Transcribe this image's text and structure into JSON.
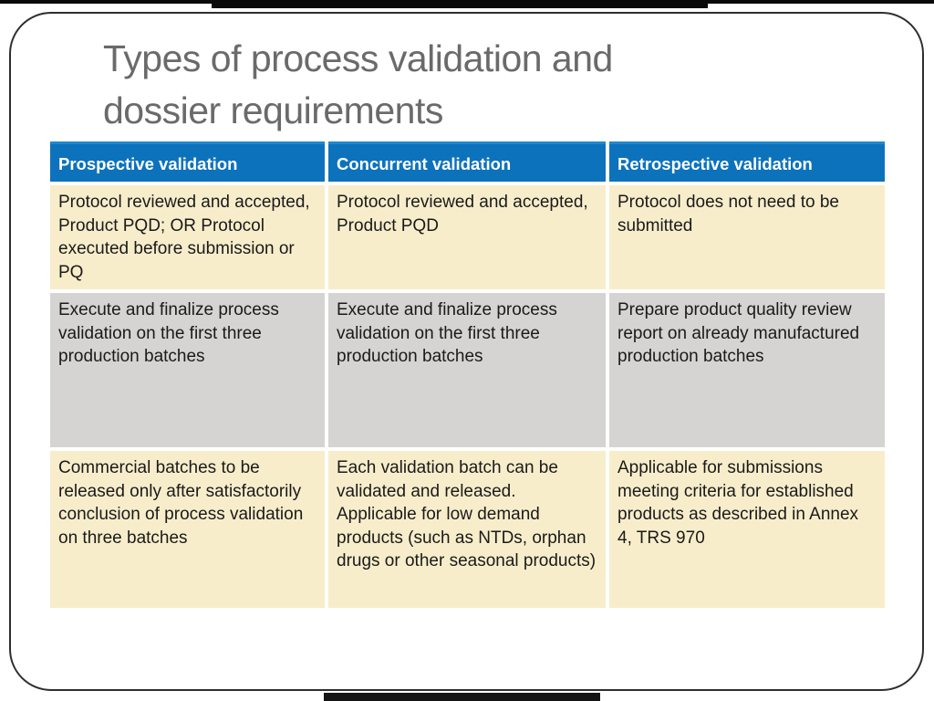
{
  "slide": {
    "title": {
      "line1": "Types of process validation and",
      "line2": "dossier requirements"
    }
  },
  "table": {
    "headers": [
      "Prospective validation",
      "Concurrent validation",
      "Retrospective validation"
    ],
    "rows": [
      {
        "cells": [
          "Protocol reviewed and accepted, Product PQD; OR Protocol executed before submission or PQ",
          "Protocol reviewed and accepted, Product PQD",
          "Protocol does not need to be submitted"
        ]
      },
      {
        "cells": [
          "Execute and finalize process validation on the first three production batches",
          "Execute and finalize process validation on the first three production batches",
          "Prepare product quality review report on already manufactured production batches"
        ]
      },
      {
        "cells": [
          "Commercial batches to be released only after satisfactorily conclusion of process validation on three batches",
          "Each validation batch can be validated and released. Applicable for low demand products (such as NTDs, orphan drugs or other seasonal products)",
          "Applicable for submissions meeting criteria for established products as described in Annex 4, TRS 970"
        ]
      }
    ]
  },
  "colors": {
    "header_bg": "#0d72bc",
    "header_top_border": "#2187cf",
    "row_cream": "#f8edcb",
    "row_gray": "#d5d4d2",
    "title_text": "#6a6a6a",
    "body_text": "#1a1a1a",
    "frame_border": "#2e2e2e"
  }
}
